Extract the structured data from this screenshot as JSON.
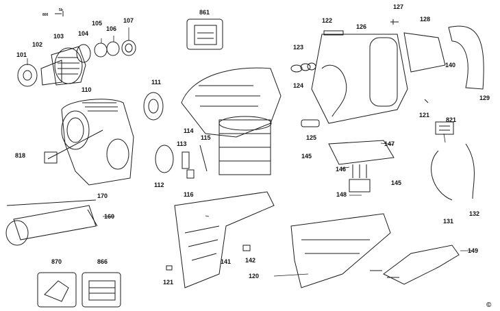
{
  "diagram": {
    "labels": {
      "n800": "800",
      "n5b": "5b",
      "n104": "104",
      "n105": "105",
      "n106": "106",
      "n107": "107",
      "n103": "103",
      "n102": "102",
      "n101": "101",
      "n110": "110",
      "n818": "818",
      "n861": "861",
      "n111": "111",
      "n114": "114",
      "n113": "113",
      "n115": "115",
      "n112": "112",
      "n116": "116",
      "n170": "170",
      "n160": "160",
      "n870": "870",
      "n866": "866",
      "n122": "122",
      "n126": "126",
      "n127": "127",
      "n128": "128",
      "n123": "123",
      "n124": "124",
      "n140": "140",
      "n129": "129",
      "n121a": "121",
      "n821": "821",
      "n125": "125",
      "n147": "147",
      "n145a": "145",
      "n146": "146",
      "n145b": "145",
      "n148": "148",
      "n131": "131",
      "n132": "132",
      "n141": "141",
      "n142": "142",
      "n121b": "121",
      "n120": "120",
      "n149": "149",
      "copyright": "©"
    },
    "line_color": "#1a1a1a"
  }
}
